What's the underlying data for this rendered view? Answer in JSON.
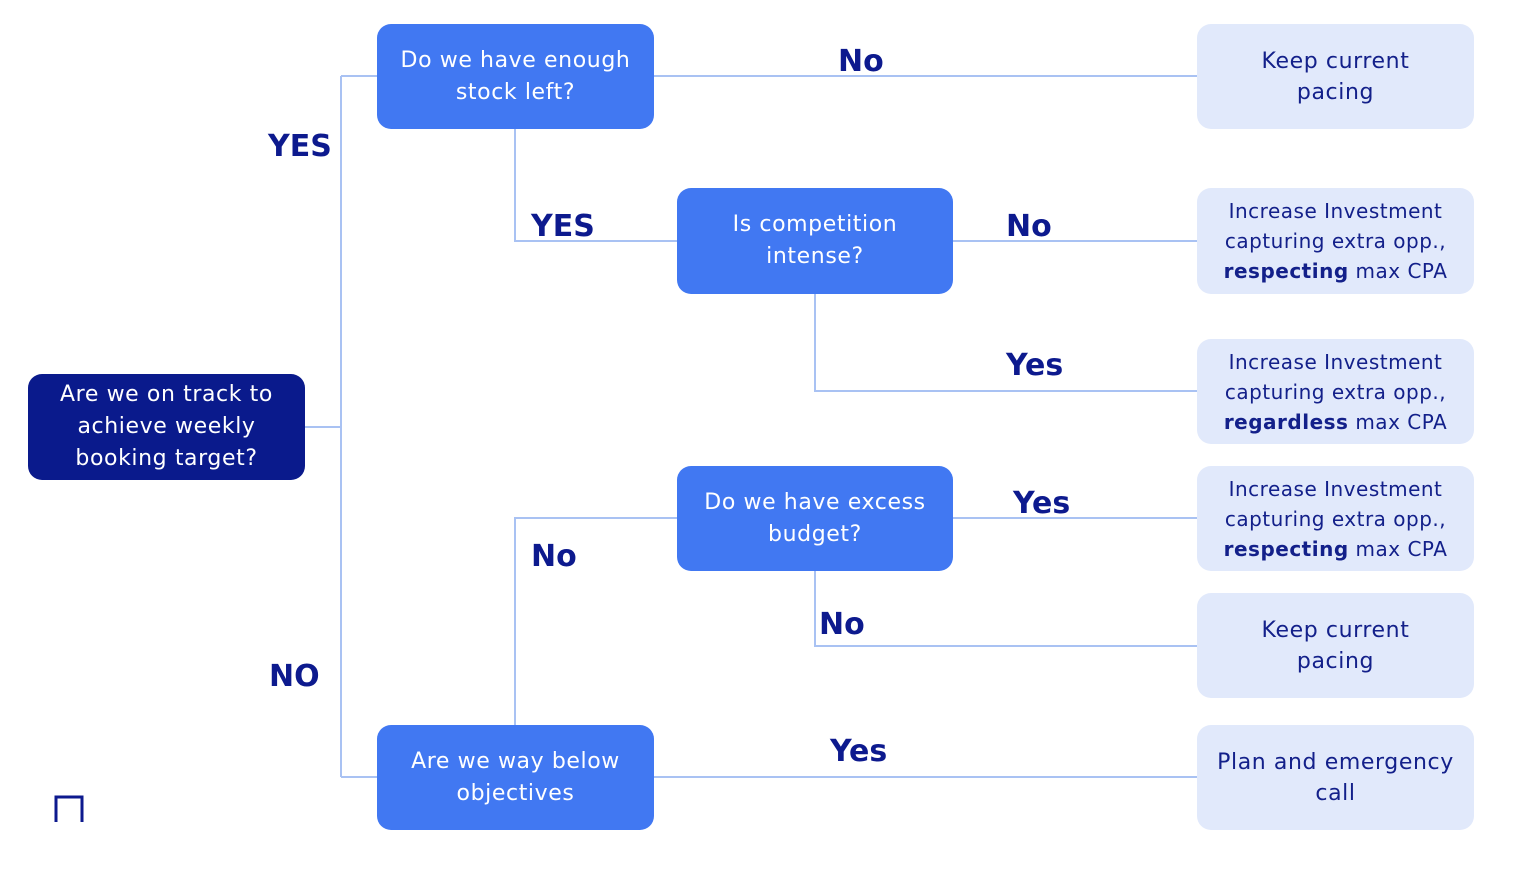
{
  "root": {
    "lines": [
      "Are we on track to",
      "achieve weekly",
      "booking target?"
    ]
  },
  "questions": {
    "stock": {
      "lines": [
        "Do we have enough",
        "stock left?"
      ]
    },
    "competition": {
      "lines": [
        "Is competition",
        "intense?"
      ]
    },
    "budget": {
      "lines": [
        "Do we have excess",
        "budget?"
      ]
    },
    "below": {
      "lines": [
        "Are we way below",
        "objectives"
      ]
    }
  },
  "outcomes": {
    "keep1": {
      "lines": [
        "Keep current",
        "pacing"
      ]
    },
    "inc1": {
      "line1": "Increase Investment",
      "line2": "capturing extra opp.,",
      "bold": "respecting",
      "rest": " max CPA"
    },
    "inc2": {
      "line1": "Increase Investment",
      "line2": "capturing extra opp.,",
      "bold": "regardless",
      "rest": " max CPA"
    },
    "inc3": {
      "line1": "Increase Investment",
      "line2": "capturing extra opp.,",
      "bold": "respecting",
      "rest": " max CPA"
    },
    "keep2": {
      "lines": [
        "Keep current",
        "pacing"
      ]
    },
    "plan": {
      "lines": [
        "Plan and emergency",
        "call"
      ]
    }
  },
  "edge_labels": {
    "root_yes": "YES",
    "root_no": "NO",
    "stock_no": "No",
    "stock_yes": "YES",
    "competition_no": "No",
    "competition_yes": "Yes",
    "budget_yes": "Yes",
    "budget_no": "No",
    "below_no": "No",
    "below_yes": "Yes"
  },
  "colors": {
    "root": "#0a1a8c",
    "question": "#4178f2",
    "outcome": "#e1e9fb",
    "label": "#0d1a8e",
    "connector": "#a9c2f3"
  },
  "logo_icon": "bracket-logo-icon"
}
